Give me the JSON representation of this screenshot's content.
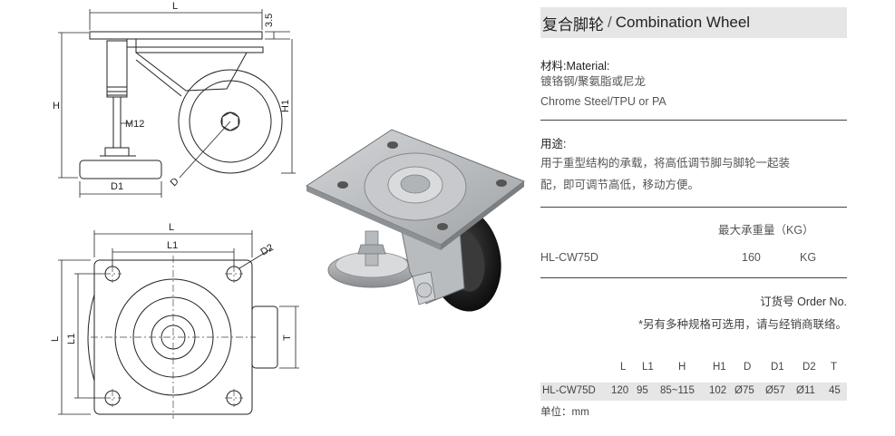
{
  "dimensions": {
    "L": "L",
    "H": "H",
    "H1": "H1",
    "D": "D",
    "D1": "D1",
    "L1": "L1",
    "D2": "D2",
    "T": "T",
    "M12": "M12",
    "t3_5": "3.5"
  },
  "product": {
    "title_cn": "复合脚轮",
    "title_sep": "/",
    "title_en": "Combination Wheel",
    "material_label": "材料:Material:",
    "material_cn": "镀铬钢/聚氨脂或尼龙",
    "material_en": "Chrome Steel/TPU or PA",
    "usage_label": "用途:",
    "usage_line1": "用于重型结构的承载，将高低调节脚与脚轮一起装",
    "usage_line2": "配，即可调节高低，移动方便。",
    "max_load_label": "最大承重量（KG）",
    "model": "HL-CW75D",
    "max_load_value": "160",
    "max_load_unit": "KG",
    "order_no_label": "订货号 Order No.",
    "note": "*另有多种规格可选用，请与经销商联络。",
    "unit_label": "单位：mm"
  },
  "spec_table": {
    "headers": [
      "L",
      "L1",
      "H",
      "H1",
      "D",
      "D1",
      "D2",
      "T"
    ],
    "row": {
      "model": "HL-CW75D",
      "values": [
        "120",
        "95",
        "85~115",
        "102",
        "Ø75",
        "Ø57",
        "Ø11",
        "45"
      ]
    }
  },
  "colors": {
    "title_bar_bg": "#e6e6e6",
    "table_row_bg": "#e6e6e6",
    "rule": "#444444"
  }
}
